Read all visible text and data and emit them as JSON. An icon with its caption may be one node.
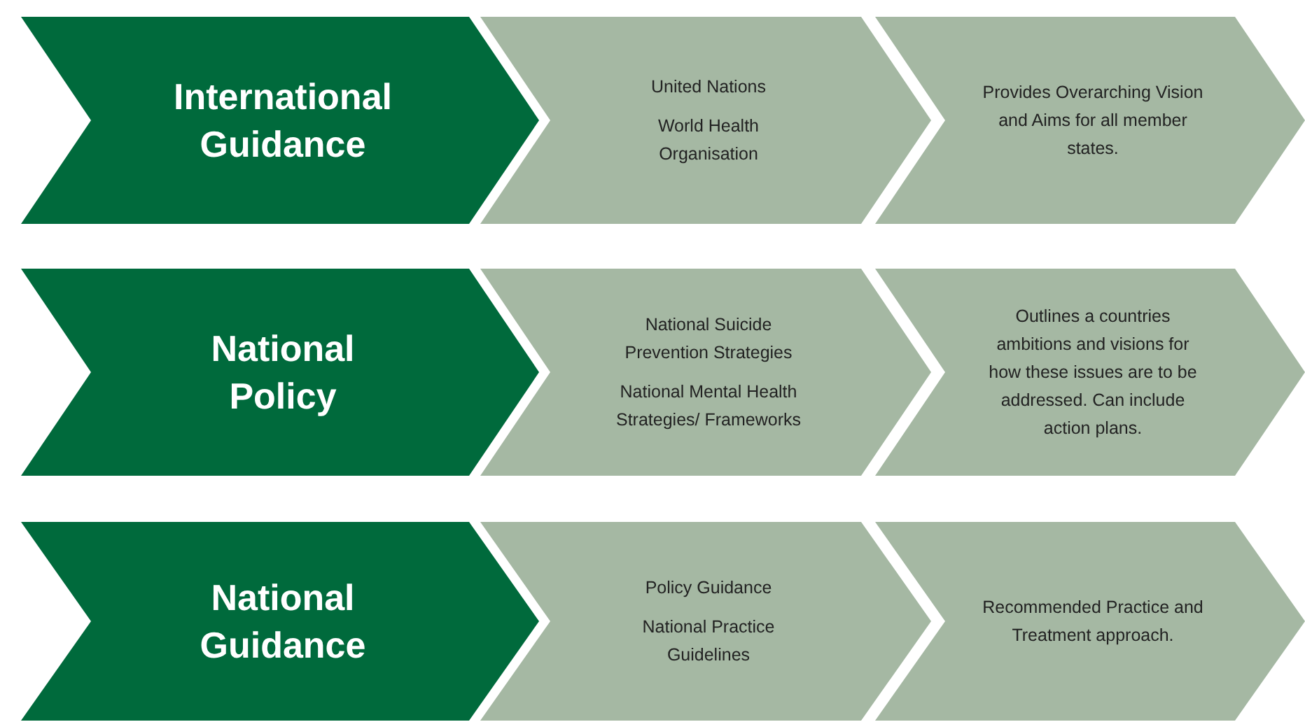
{
  "diagram": {
    "nodes": [
      {
        "text": [
          "International Guidance"
        ]
      },
      {
        "text": [
          "United Nations",
          "World Health Organisation"
        ]
      },
      {
        "text": [
          "Provides Overarching Vision and Aims for all member states."
        ]
      },
      {
        "text": [
          "National Policy"
        ]
      },
      {
        "text": [
          "National Suicide Prevention Strategies",
          "National Mental Health Strategies/ Frameworks"
        ]
      },
      {
        "text": [
          "Outlines a countries ambitions and visions for how these issues are to be addressed. Can include action plans."
        ]
      },
      {
        "text": [
          "National Guidance"
        ]
      },
      {
        "text": [
          "Policy Guidance",
          "National Practice Guidelines"
        ]
      },
      {
        "text": [
          "Recommended Practice and Treatment approach."
        ]
      }
    ]
  }
}
